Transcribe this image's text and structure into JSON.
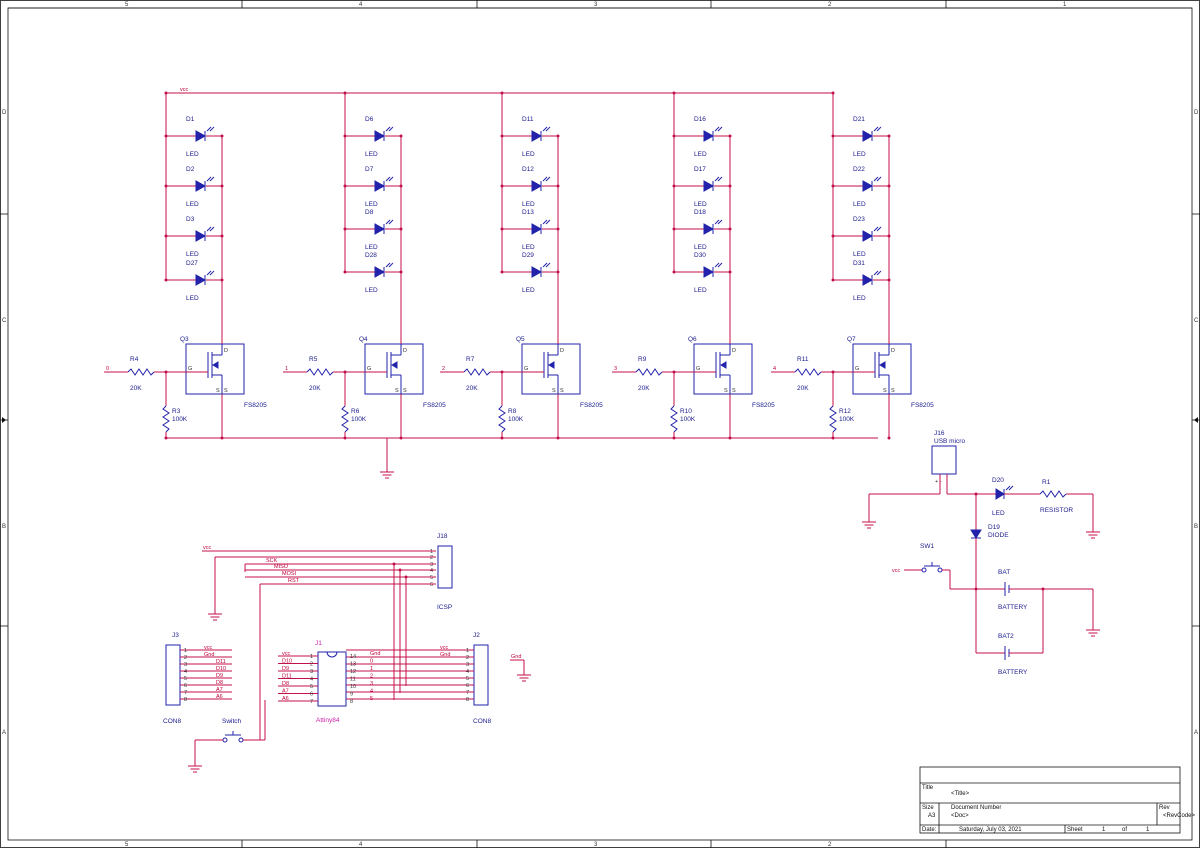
{
  "frame": {
    "cols": [
      "5",
      "4",
      "3",
      "2",
      "1"
    ],
    "rows": [
      "D",
      "C",
      "B",
      "A"
    ]
  },
  "nets": {
    "vcc": "vcc",
    "gnd": "Gnd",
    "sck": "SCK",
    "miso": "MISO",
    "mosi": "MOSI",
    "rst": "RST"
  },
  "led_columns": [
    {
      "leds": [
        "D1",
        "D2",
        "D3",
        "D27"
      ]
    },
    {
      "leds": [
        "D6",
        "D7",
        "D8",
        "D28"
      ]
    },
    {
      "leds": [
        "D11",
        "D12",
        "D13",
        "D29"
      ]
    },
    {
      "leds": [
        "D16",
        "D17",
        "D18",
        "D30"
      ]
    },
    {
      "leds": [
        "D21",
        "D22",
        "D23",
        "D31"
      ]
    }
  ],
  "led_value": "LED",
  "drivers": [
    {
      "q": "Q3",
      "input": "0",
      "rs": "R4",
      "rs_val": "20K",
      "rp": "R3",
      "rp_val": "100K",
      "part": "FS8205"
    },
    {
      "q": "Q4",
      "input": "1",
      "rs": "R5",
      "rs_val": "20K",
      "rp": "R6",
      "rp_val": "100K",
      "part": "FS8205"
    },
    {
      "q": "Q5",
      "input": "2",
      "rs": "R7",
      "rs_val": "20K",
      "rp": "R8",
      "rp_val": "100K",
      "part": "FS8205"
    },
    {
      "q": "Q6",
      "input": "3",
      "rs": "R9",
      "rs_val": "20K",
      "rp": "R10",
      "rp_val": "100K",
      "part": "FS8205"
    },
    {
      "q": "Q7",
      "input": "4",
      "rs": "R11",
      "rs_val": "20K",
      "rp": "R12",
      "rp_val": "100K",
      "part": "FS8205"
    }
  ],
  "mosfet_pins": {
    "g": "G",
    "d": "D",
    "s": "S"
  },
  "power": {
    "usb_ref": "J16",
    "usb_name": "USB micro",
    "usb_pins": "+  -",
    "led_ref": "D20",
    "led_val": "LED",
    "res_ref": "R1",
    "res_val": "RESISTOR",
    "diode_ref": "D19",
    "diode_val": "DIODE",
    "sw_ref": "SW1",
    "sw_net": "vcc",
    "bat1_ref": "BAT",
    "bat1_val": "BATTERY",
    "bat2_ref": "BAT2",
    "bat2_val": "BATTERY"
  },
  "icsp": {
    "ref": "J18",
    "name": "ICSP",
    "pins": [
      "1",
      "2",
      "3",
      "4",
      "5",
      "6"
    ]
  },
  "j3": {
    "ref": "J3",
    "name": "CON8",
    "pins": [
      "1",
      "2",
      "3",
      "4",
      "5",
      "6",
      "7",
      "8"
    ],
    "nets": [
      "vcc",
      "Gnd",
      "D11",
      "D10",
      "D9",
      "D8",
      "A7",
      "A6"
    ]
  },
  "j2": {
    "ref": "J2",
    "name": "CON8",
    "pins": [
      "1",
      "2",
      "3",
      "4",
      "5",
      "6",
      "7",
      "8"
    ],
    "nets": [
      "vcc",
      "Gnd"
    ]
  },
  "j2_gnd": "Gnd",
  "mcu": {
    "ref": "J1",
    "name": "Attiny84",
    "left_pins": [
      "1",
      "2",
      "3",
      "4",
      "5",
      "6",
      "7"
    ],
    "left_nets": [
      "vcc",
      "D10",
      "D9",
      "D11",
      "D8",
      "A7",
      "A6"
    ],
    "right_pins": [
      "14",
      "13",
      "12",
      "11",
      "10",
      "9",
      "8"
    ],
    "right_nets": [
      "Gnd",
      "0",
      "1",
      "2",
      "3",
      "4",
      "5"
    ]
  },
  "switch": {
    "label": "Switch"
  },
  "title_block": {
    "title_label": "Title",
    "title": "<Title>",
    "size_label": "Size",
    "size": "A3",
    "docnum_label": "Document Number",
    "doc": "<Doc>",
    "rev_label": "Rev",
    "rev": "<RevCode>",
    "date_label": "Date:",
    "date": "Saturday, July 03, 2021",
    "sheet_label": "Sheet",
    "sheet": "1",
    "of_label": "of",
    "of": "1"
  }
}
